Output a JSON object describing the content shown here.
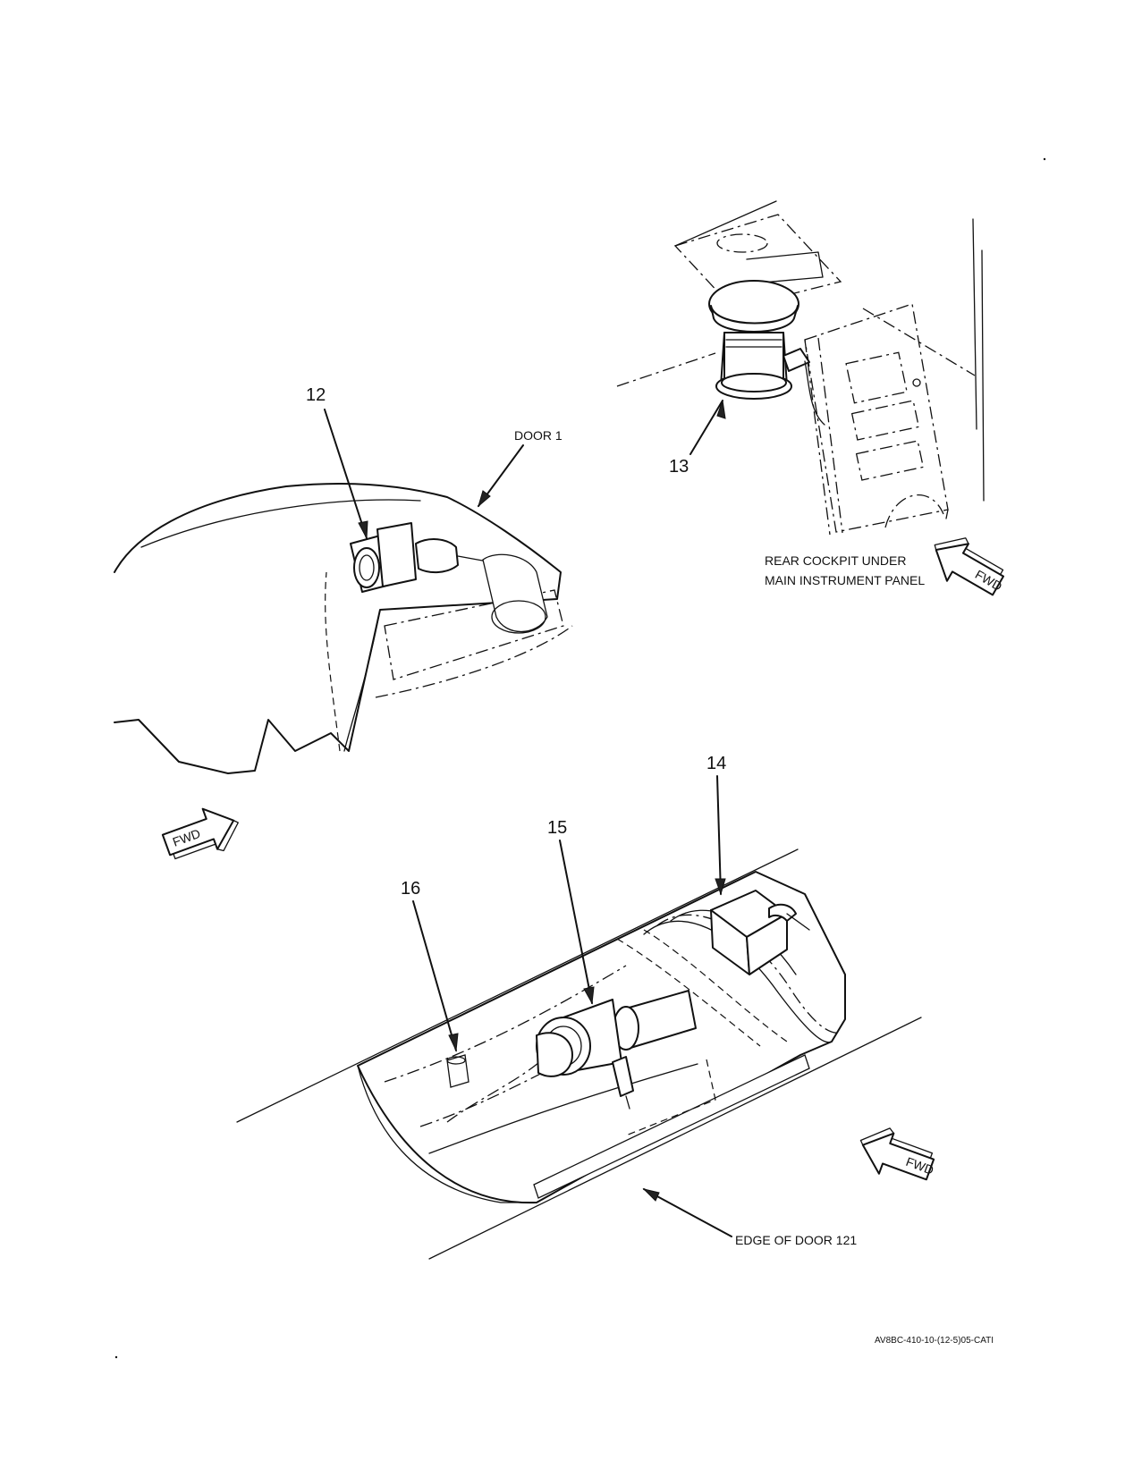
{
  "callouts": {
    "c12": "12",
    "c13": "13",
    "c14": "14",
    "c15": "15",
    "c16": "16"
  },
  "labels": {
    "door1": "DOOR 1",
    "rear_cockpit_line1": "REAR COCKPIT UNDER",
    "rear_cockpit_line2": "MAIN INSTRUMENT PANEL",
    "edge_door": "EDGE OF DOOR 121"
  },
  "direction_arrows": {
    "fwd": "FWD"
  },
  "figure_code": "AV8BC-410-10-(12-5)05-CATI"
}
